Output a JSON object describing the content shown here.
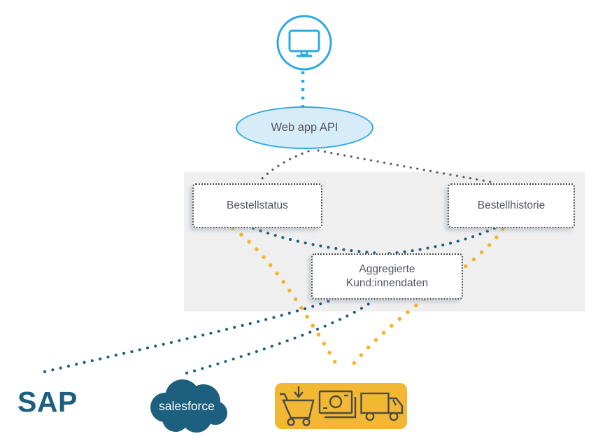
{
  "nodes": {
    "client": {
      "icon": "monitor-icon"
    },
    "api": {
      "label": "Web app API"
    },
    "order_status": {
      "label": "Bestellstatus"
    },
    "order_history": {
      "label": "Bestellhistorie"
    },
    "aggregated": {
      "line1": "Aggregierte",
      "line2": "Kund:innendaten"
    },
    "sap": {
      "label": "SAP"
    },
    "salesforce": {
      "label": "salesforce"
    },
    "commerce": {
      "icons": [
        "cart-icon",
        "banknote-icon",
        "truck-icon"
      ]
    }
  },
  "connections": [
    {
      "from": "client",
      "to": "api",
      "style": "dotted",
      "color": "#2BA9E1"
    },
    {
      "from": "api",
      "to": "order_status",
      "style": "dotted",
      "color": "#5B5B5F"
    },
    {
      "from": "api",
      "to": "order_history",
      "style": "dotted",
      "color": "#5B5B5F"
    },
    {
      "from": "order_status",
      "to": "aggregated",
      "style": "dotted",
      "color": "#1E5C7E"
    },
    {
      "from": "order_history",
      "to": "aggregated",
      "style": "dotted",
      "color": "#1E5C7E"
    },
    {
      "from": "sap",
      "to": "aggregated",
      "style": "dotted",
      "color": "#1E5C7E"
    },
    {
      "from": "salesforce",
      "to": "aggregated",
      "style": "dotted",
      "color": "#1E5C7E"
    },
    {
      "from": "order_status",
      "to": "commerce",
      "style": "dotted",
      "color": "#F1B52F"
    },
    {
      "from": "order_history",
      "to": "commerce",
      "style": "dotted",
      "color": "#F1B52F"
    }
  ],
  "colors": {
    "accent_blue": "#2BA9E1",
    "api_fill": "#D7ECF9",
    "data_blue": "#1E5C7E",
    "data_yellow": "#F1B52F",
    "connector_gray": "#5B5B5F",
    "commerce_box": "#F2B733",
    "panel_gray": "#EFEFEF",
    "logo_blue": "#1D5F7E",
    "text": "#54565B"
  }
}
